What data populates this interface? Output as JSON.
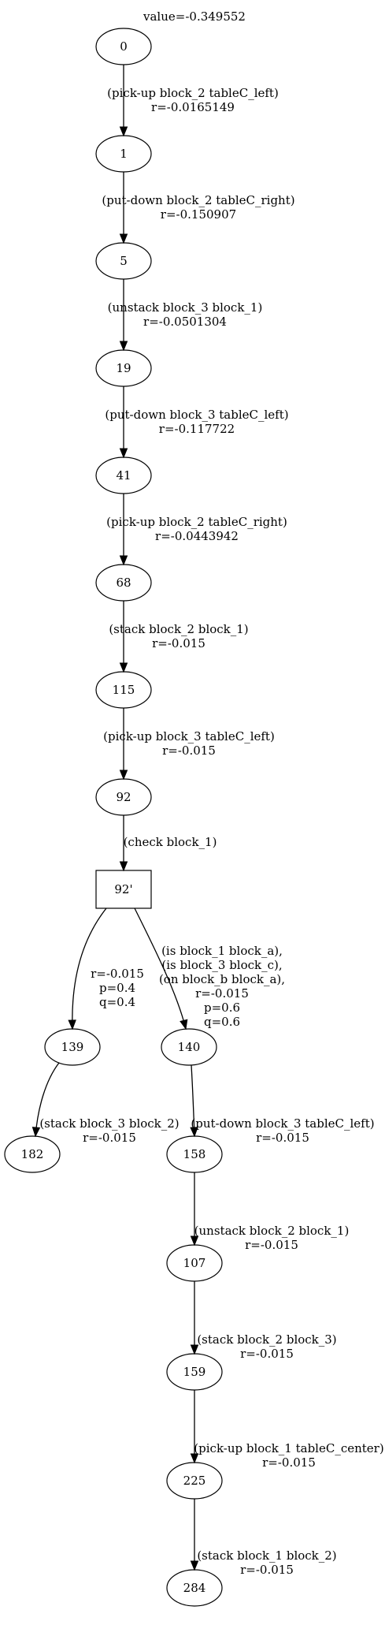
{
  "title": "value=-0.349552",
  "nodes": [
    {
      "id": "0",
      "label": "0",
      "shape": "ellipse"
    },
    {
      "id": "1",
      "label": "1",
      "shape": "ellipse"
    },
    {
      "id": "5",
      "label": "5",
      "shape": "ellipse"
    },
    {
      "id": "19",
      "label": "19",
      "shape": "ellipse"
    },
    {
      "id": "41",
      "label": "41",
      "shape": "ellipse"
    },
    {
      "id": "68",
      "label": "68",
      "shape": "ellipse"
    },
    {
      "id": "115",
      "label": "115",
      "shape": "ellipse"
    },
    {
      "id": "92",
      "label": "92",
      "shape": "ellipse"
    },
    {
      "id": "92p",
      "label": "92'",
      "shape": "box"
    },
    {
      "id": "139",
      "label": "139",
      "shape": "ellipse"
    },
    {
      "id": "140",
      "label": "140",
      "shape": "ellipse"
    },
    {
      "id": "182",
      "label": "182",
      "shape": "ellipse"
    },
    {
      "id": "158",
      "label": "158",
      "shape": "ellipse"
    },
    {
      "id": "107",
      "label": "107",
      "shape": "ellipse"
    },
    {
      "id": "159",
      "label": "159",
      "shape": "ellipse"
    },
    {
      "id": "225",
      "label": "225",
      "shape": "ellipse"
    },
    {
      "id": "284",
      "label": "284",
      "shape": "ellipse"
    }
  ],
  "edges": [
    {
      "from": "0",
      "to": "1",
      "label": [
        "(pick-up block_2 tableC_left)",
        "r=-0.0165149"
      ]
    },
    {
      "from": "1",
      "to": "5",
      "label": [
        "(put-down block_2 tableC_right)",
        "r=-0.150907"
      ]
    },
    {
      "from": "5",
      "to": "19",
      "label": [
        "(unstack block_3 block_1)",
        "r=-0.0501304"
      ]
    },
    {
      "from": "19",
      "to": "41",
      "label": [
        "(put-down block_3 tableC_left)",
        "r=-0.117722"
      ]
    },
    {
      "from": "41",
      "to": "68",
      "label": [
        "(pick-up block_2 tableC_right)",
        "r=-0.0443942"
      ]
    },
    {
      "from": "68",
      "to": "115",
      "label": [
        "(stack block_2 block_1)",
        "r=-0.015"
      ]
    },
    {
      "from": "115",
      "to": "92",
      "label": [
        "(pick-up block_3 tableC_left)",
        "r=-0.015"
      ]
    },
    {
      "from": "92",
      "to": "92p",
      "label": [
        "(check block_1)"
      ]
    },
    {
      "from": "92p",
      "to": "139",
      "label": [
        "r=-0.015",
        "p=0.4",
        "q=0.4"
      ]
    },
    {
      "from": "92p",
      "to": "140",
      "label": [
        "(is block_1 block_a),",
        "(is block_3 block_c),",
        "(on block_b block_a),",
        "r=-0.015",
        "p=0.6",
        "q=0.6"
      ]
    },
    {
      "from": "139",
      "to": "182",
      "label": [
        "(stack block_3 block_2)",
        "r=-0.015"
      ]
    },
    {
      "from": "140",
      "to": "158",
      "label": [
        "(put-down block_3 tableC_left)",
        "r=-0.015"
      ]
    },
    {
      "from": "158",
      "to": "107",
      "label": [
        "(unstack block_2 block_1)",
        "r=-0.015"
      ]
    },
    {
      "from": "107",
      "to": "159",
      "label": [
        "(stack block_2 block_3)",
        "r=-0.015"
      ]
    },
    {
      "from": "159",
      "to": "225",
      "label": [
        "(pick-up block_1 tableC_center)",
        "r=-0.015"
      ]
    },
    {
      "from": "225",
      "to": "284",
      "label": [
        "(stack block_1 block_2)",
        "r=-0.015"
      ]
    }
  ]
}
